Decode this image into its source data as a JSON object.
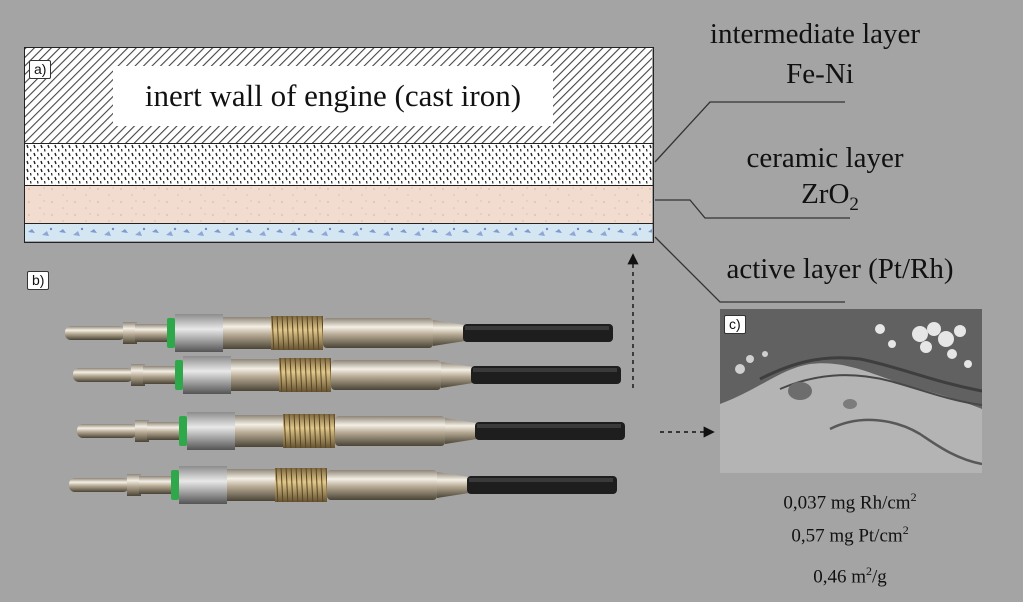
{
  "panel_a": {
    "tag": "a)",
    "inert_wall_label": "inert wall of engine (cast iron)",
    "layers": {
      "intermediate": {
        "name": "intermediate layer",
        "material": "Fe-Ni"
      },
      "ceramic": {
        "name": "ceramic layer",
        "material_base": "ZrO",
        "material_sub": "2"
      },
      "active": {
        "name": "active layer (Pt/Rh)"
      }
    }
  },
  "panel_b": {
    "tag": "b)"
  },
  "panel_c": {
    "tag": "c)",
    "stats": [
      {
        "base": "0,037 mg Rh/cm",
        "sup": "2",
        "rest": ""
      },
      {
        "base": "0,57 mg Pt/cm",
        "sup": "2",
        "rest": ""
      },
      {
        "base": "0,46 m",
        "sup": "2",
        "rest": "/g"
      }
    ]
  },
  "colors": {
    "background": "#a4a4a4",
    "ceramic_layer": "#f2dccf",
    "active_layer": "#d3e6f2",
    "glow_plug_ring": "#2ea84a",
    "glow_plug_tip": "#1e1e1e"
  }
}
